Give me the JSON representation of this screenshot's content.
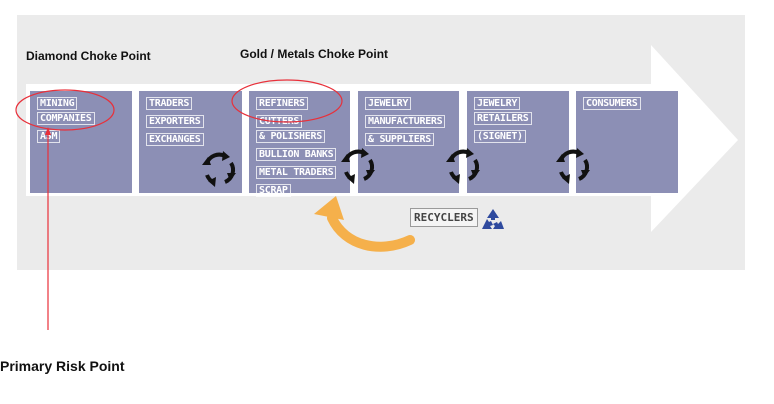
{
  "stages": [
    {
      "id": "mining",
      "lines": [
        "MINING",
        "COMPANIES",
        "ASM"
      ]
    },
    {
      "id": "traders",
      "lines": [
        "TRADERS",
        "EXPORTERS",
        "EXCHANGES"
      ]
    },
    {
      "id": "refiners",
      "lines": [
        "REFINERS",
        "CUTTERS",
        "& POLISHERS",
        "BULLION BANKS",
        "METAL TRADERS",
        "SCRAP"
      ]
    },
    {
      "id": "manufacturers",
      "lines": [
        "JEWELRY",
        "MANUFACTURERS",
        "& SUPPLIERS"
      ]
    },
    {
      "id": "retailers",
      "lines": [
        "JEWELRY",
        "RETAILERS",
        "(SIGNET)"
      ]
    },
    {
      "id": "consumers",
      "lines": [
        "CONSUMERS"
      ]
    }
  ],
  "annotations": {
    "diamond_choke": "Diamond Choke Point",
    "metals_choke": "Gold / Metals Choke Point",
    "primary_risk": "Primary Risk Point"
  },
  "recyclers": {
    "label": "RECYCLERS",
    "icon": "recycle-icon"
  },
  "colors": {
    "box": "#8c8fb5",
    "arrow": "#ffffff",
    "background": "#ebebeb",
    "highlight": "#e8303a",
    "return_arrow": "#f5b04b",
    "recycle": "#2f4a9e",
    "cycle_arrows": "#111111"
  }
}
